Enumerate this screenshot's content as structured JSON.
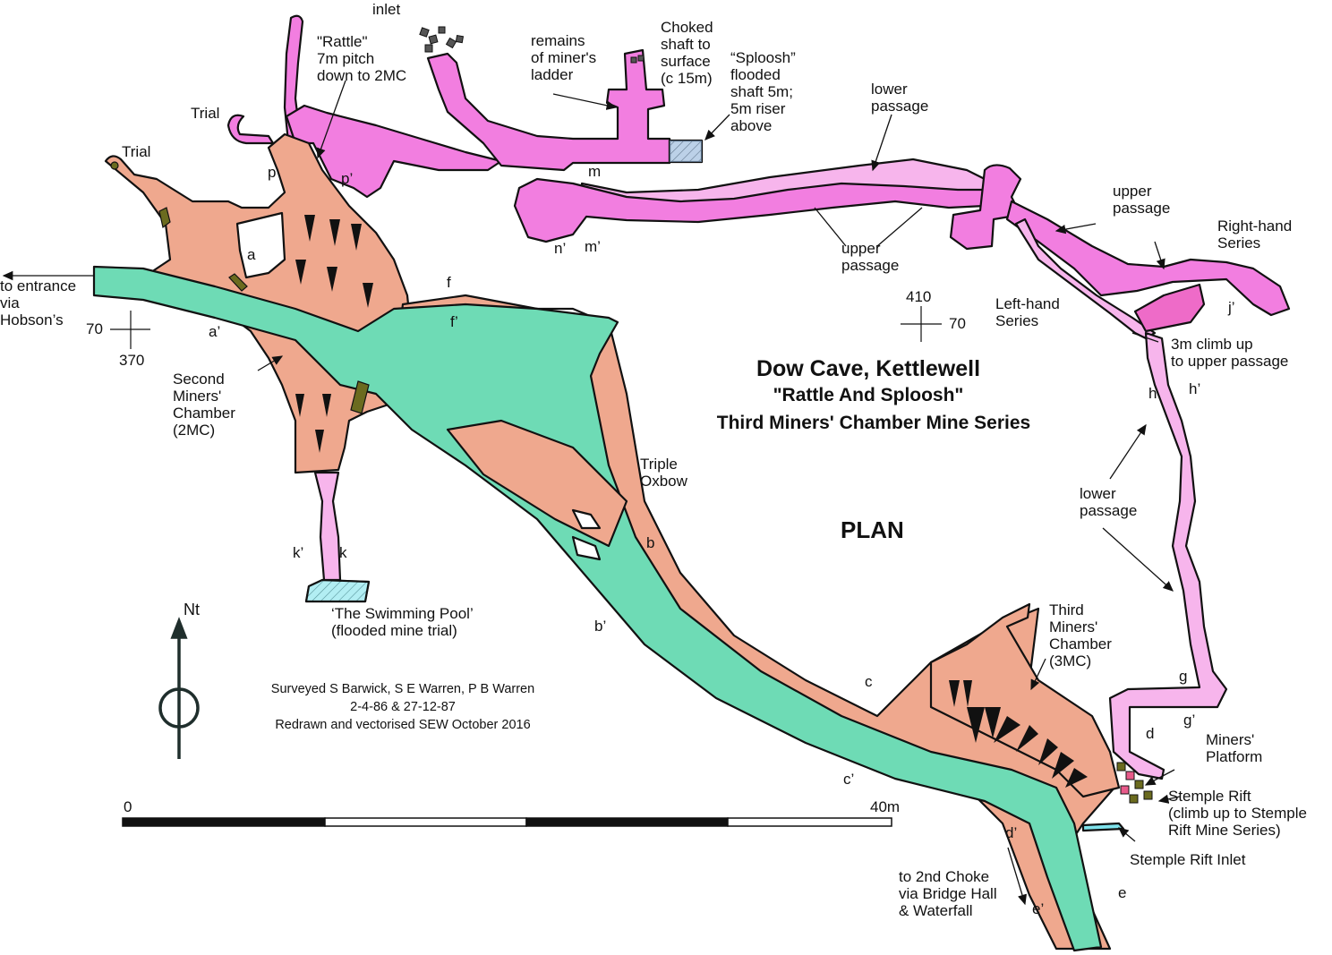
{
  "title": {
    "main": "Dow Cave, Kettlewell",
    "subtitle": "\"Rattle And Sploosh\"",
    "series": "Third Miners' Chamber Mine Series",
    "view": "PLAN"
  },
  "credits": {
    "line1": "Surveyed S Barwick, S E Warren, P B Warren",
    "line2": "2-4-86 & 27-12-87",
    "line3": "Redrawn and vectorised SEW October 2016"
  },
  "north": {
    "label": "Nt",
    "icon": "north-arrow-icon"
  },
  "scale_bar": {
    "start_label": "0",
    "end_label": "40m",
    "length_m": 40,
    "segments": 4
  },
  "grid_refs": [
    {
      "easting": "70",
      "northing": "370"
    },
    {
      "easting": "70",
      "northing": "410"
    }
  ],
  "colors": {
    "chamber": "#efa88e",
    "streamway": "#6edbb5",
    "upper_passage": "#f27ee0",
    "lower_passage": "#f7b5ec",
    "pool": "#7fe3ec",
    "shaft": "#8fb3d9",
    "boulder": "#6b6b1f",
    "outline": "#111111"
  },
  "labels": {
    "inlet": "inlet",
    "rattle": "\"Rattle\"\n7m pitch\ndown to 2MC",
    "trial_upper": "Trial",
    "trial_left": "Trial",
    "remains_ladder": "remains\nof miner's\nladder",
    "choked_shaft": "Choked\nshaft to\nsurface\n(c 15m)",
    "sploosh": "“Sploosh”\nflooded\nshaft 5m;\n5m riser\nabove",
    "lower_passage_top": "lower\npassage",
    "upper_passage_mid": "upper\npassage",
    "upper_passage_right": "upper\npassage",
    "right_hand_series": "Right-hand\nSeries",
    "left_hand_series": "Left-hand\nSeries",
    "climb_3m": "3m climb up\nto upper passage",
    "to_entrance": "to entrance\nvia\nHobson’s",
    "second_miners_chamber": "Second\nMiners'\nChamber\n(2MC)",
    "swimming_pool": "‘The Swimming Pool’\n(flooded mine trial)",
    "triple_oxbow": "Triple\nOxbow",
    "lower_passage_right": "lower\npassage",
    "third_miners_chamber": "Third\nMiners'\nChamber\n(3MC)",
    "miners_platform": "Miners'\nPlatform",
    "stemple_rift": "Stemple Rift\n(climb up to Stemple\nRift Mine Series)",
    "stemple_rift_inlet": "Stemple Rift Inlet",
    "to_2nd_choke": "to 2nd Choke\nvia Bridge Hall\n& Waterfall"
  },
  "sections": {
    "p": "p",
    "p_prime": "p’",
    "a": "a",
    "a_prime": "a’",
    "f": "f",
    "f_prime": "f’",
    "m": "m",
    "m_prime": "m’",
    "n_prime": "n’",
    "k": "k",
    "k_prime": "k’",
    "b": "b",
    "b_prime": "b’",
    "c": "c",
    "c_prime": "c’",
    "d": "d",
    "d_prime": "d’",
    "e": "e",
    "e_prime": "e’",
    "g": "g",
    "g_prime": "g’",
    "h": "h",
    "h_prime": "h’",
    "j_prime": "j’"
  }
}
